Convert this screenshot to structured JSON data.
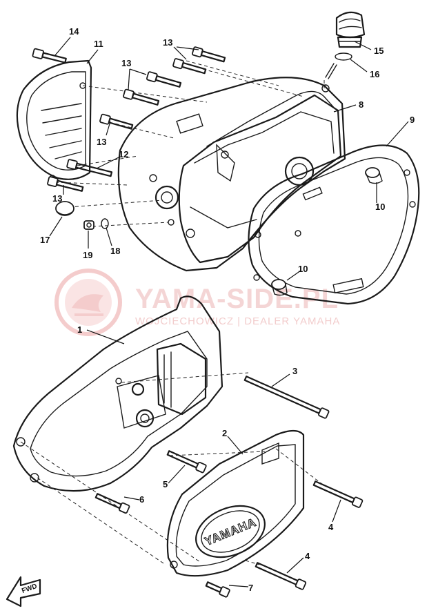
{
  "watermark": {
    "title": "YAMA-SIDE.PL",
    "subtitle": "WOJCIECHOWICZ | DEALER YAMAHA"
  },
  "emblem": {
    "text": "YAMAHA"
  },
  "fwd": {
    "text": "FWD"
  },
  "callouts": [
    {
      "id": "c14",
      "label": "14"
    },
    {
      "id": "c11",
      "label": "11"
    },
    {
      "id": "c13a",
      "label": "13"
    },
    {
      "id": "c13b",
      "label": "13"
    },
    {
      "id": "c13c",
      "label": "13"
    },
    {
      "id": "c13d",
      "label": "13"
    },
    {
      "id": "c12",
      "label": "12"
    },
    {
      "id": "c15",
      "label": "15"
    },
    {
      "id": "c16",
      "label": "16"
    },
    {
      "id": "c8",
      "label": "8"
    },
    {
      "id": "c9",
      "label": "9"
    },
    {
      "id": "c10a",
      "label": "10"
    },
    {
      "id": "c10b",
      "label": "10"
    },
    {
      "id": "c17",
      "label": "17"
    },
    {
      "id": "c19",
      "label": "19"
    },
    {
      "id": "c18",
      "label": "18"
    },
    {
      "id": "c1",
      "label": "1"
    },
    {
      "id": "c3",
      "label": "3"
    },
    {
      "id": "c2",
      "label": "2"
    },
    {
      "id": "c5",
      "label": "5"
    },
    {
      "id": "c6",
      "label": "6"
    },
    {
      "id": "c4a",
      "label": "4"
    },
    {
      "id": "c4b",
      "label": "4"
    },
    {
      "id": "c7",
      "label": "7"
    }
  ]
}
